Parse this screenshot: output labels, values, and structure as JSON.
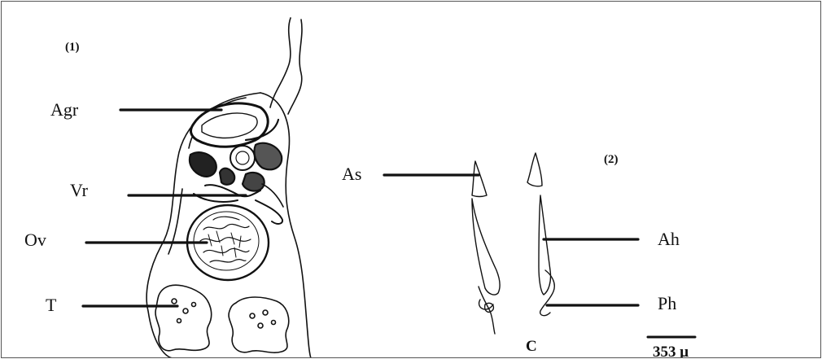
{
  "figure": {
    "panel1": {
      "number": "(1)",
      "labels": {
        "agr": "Agr",
        "vr": "Vr",
        "ov": "Ov",
        "t": "T"
      }
    },
    "panel2": {
      "number": "(2)",
      "labels": {
        "as": "As",
        "ah": "Ah",
        "ph": "Ph"
      },
      "caption_letter": "C",
      "scale_text": "353 μ"
    }
  },
  "colors": {
    "ink": "#111111",
    "border": "#555555"
  }
}
